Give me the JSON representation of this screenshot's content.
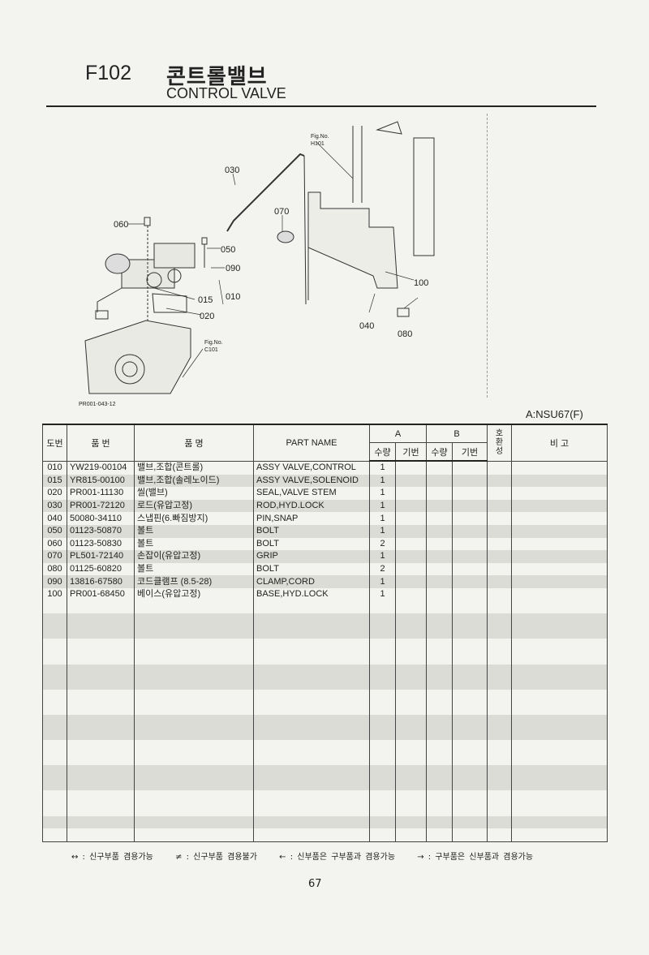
{
  "header": {
    "code": "F102",
    "title_ko": "콘트롤밸브",
    "title_en": "CONTROL VALVE"
  },
  "diagram": {
    "callouts": [
      "030",
      "060",
      "050",
      "090",
      "015",
      "010",
      "020",
      "070",
      "100",
      "040",
      "080"
    ],
    "fig_ref_label": "Fig.No.",
    "fig_refs": [
      "H101",
      "C101"
    ],
    "drawing_no": "PR001-043-12"
  },
  "model": "A:NSU67(F)",
  "table": {
    "headers": {
      "no": "도번",
      "part_no": "품   번",
      "name_ko": "품       명",
      "part_name": "PART NAME",
      "a": "A",
      "b": "B",
      "qty": "수량",
      "serial": "기번",
      "compat": "호환성",
      "remarks": "비   고"
    },
    "rows": [
      {
        "no": "010",
        "part_no": "YW219-00104",
        "name_ko": "밸브,조합(콘트롤)",
        "part_name": "ASSY VALVE,CONTROL",
        "qty_a": "1"
      },
      {
        "no": "015",
        "part_no": "YR815-00100",
        "name_ko": "밸브,조합(솔레노이드)",
        "part_name": "ASSY VALVE,SOLENOID",
        "qty_a": "1"
      },
      {
        "no": "020",
        "part_no": "PR001-11130",
        "name_ko": "씰(밸브)",
        "part_name": "SEAL,VALVE STEM",
        "qty_a": "1"
      },
      {
        "no": "030",
        "part_no": "PR001-72120",
        "name_ko": "로드(유압고정)",
        "part_name": "ROD,HYD.LOCK",
        "qty_a": "1"
      },
      {
        "no": "040",
        "part_no": "50080-34110",
        "name_ko": "스냅핀(6.빠짐방지)",
        "part_name": "PIN,SNAP",
        "qty_a": "1"
      },
      {
        "no": "050",
        "part_no": "01123-50870",
        "name_ko": "볼트",
        "part_name": "BOLT",
        "qty_a": "1"
      },
      {
        "no": "060",
        "part_no": "01123-50830",
        "name_ko": "볼트",
        "part_name": "BOLT",
        "qty_a": "2"
      },
      {
        "no": "070",
        "part_no": "PL501-72140",
        "name_ko": "손잡이(유압고정)",
        "part_name": "GRIP",
        "qty_a": "1"
      },
      {
        "no": "080",
        "part_no": "01125-60820",
        "name_ko": "볼트",
        "part_name": "BOLT",
        "qty_a": "2"
      },
      {
        "no": "090",
        "part_no": "13816-67580",
        "name_ko": "코드클램프 (8.5-28)",
        "part_name": "CLAMP,CORD",
        "qty_a": "1"
      },
      {
        "no": "100",
        "part_no": "PR001-68450",
        "name_ko": "베이스(유압고정)",
        "part_name": "BASE,HYD.LOCK",
        "qty_a": "1"
      }
    ]
  },
  "legend": [
    "↔ : 신구부품 겸용가능",
    "≠ : 신구부품 겸용불가",
    "← : 신부품은 구부품과 겸용가능",
    "→ : 구부품은 신부품과 겸용가능"
  ],
  "page_number": "67"
}
